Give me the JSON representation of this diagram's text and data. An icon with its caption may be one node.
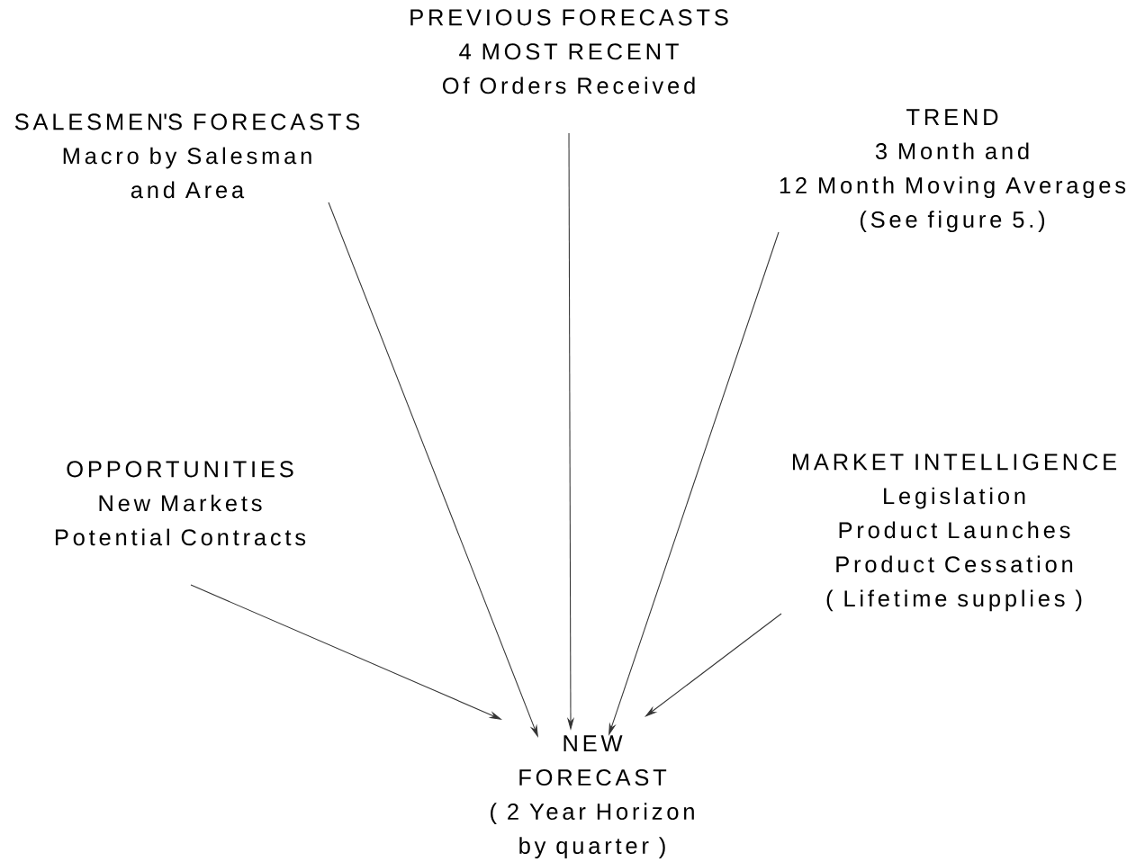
{
  "diagram": {
    "nodes": [
      {
        "text": [
          "PREVIOUS FORECASTS",
          "4 MOST RECENT",
          "Of Orders Received"
        ]
      },
      {
        "text": [
          "SALESMEN'S FORECASTS",
          "Macro by Salesman",
          "and Area"
        ]
      },
      {
        "text": [
          "TREND",
          "3 Month and",
          "12 Month Moving Averages",
          "(See figure 5.)"
        ]
      },
      {
        "text": [
          "OPPORTUNITIES",
          "New Markets",
          "Potential Contracts"
        ]
      },
      {
        "text": [
          "MARKET INTELLIGENCE",
          "Legislation",
          "Product Launches",
          "Product Cessation",
          "( Lifetime supplies )"
        ]
      },
      {
        "text": [
          "NEW",
          "FORECAST",
          "( 2 Year Horizon",
          "by quarter )"
        ]
      }
    ],
    "edges": [
      {
        "from": 1,
        "to": 5,
        "arrow": "to"
      },
      {
        "from": 0,
        "to": 5,
        "arrow": "to"
      },
      {
        "from": 2,
        "to": 5,
        "arrow": "to"
      },
      {
        "from": 3,
        "to": 5,
        "arrow": "to"
      },
      {
        "from": 4,
        "to": 5,
        "arrow": "to"
      }
    ]
  }
}
